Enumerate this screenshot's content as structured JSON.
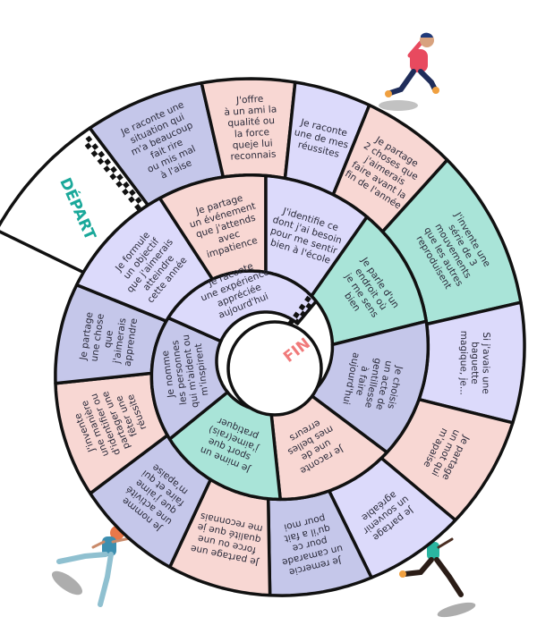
{
  "board": {
    "start_label": "DÉPART",
    "end_label": "FIN",
    "colors": {
      "start": "#1aa89a",
      "end": "#f07a7a",
      "lavender": "#dcdafb",
      "periwinkle": "#c5c7ea",
      "pink": "#f8d7d3",
      "mint": "#a9e4d8",
      "border": "#111111"
    },
    "cells": [
      {
        "lines": [
          "Je raconte une",
          "situation qui",
          "m'a beaucoup",
          "fait rire",
          "ou mis mal",
          "à l'aise"
        ],
        "color": "periwinkle"
      },
      {
        "lines": [
          "J'offre",
          "à un ami la",
          "qualité ou",
          "la force",
          "queje lui",
          "reconnais"
        ],
        "color": "pink"
      },
      {
        "lines": [
          "Je raconte",
          "une de mes",
          "réussites"
        ],
        "color": "lavender"
      },
      {
        "lines": [
          "Je partage",
          "2 choses que",
          "j'aimerais",
          "faire avant la",
          "fin de l'année"
        ],
        "color": "pink"
      },
      {
        "lines": [
          "J'invente une",
          "série de 3",
          "mouvements",
          "que les autres",
          "reproduisent"
        ],
        "color": "mint"
      },
      {
        "lines": [
          "Si j'avais une",
          "baguette",
          "magique, je..."
        ],
        "color": "lavender"
      },
      {
        "lines": [
          "Je partage",
          "un mot qui",
          "m'apaise"
        ],
        "color": "pink"
      },
      {
        "lines": [
          "Je partage",
          "un souvenir",
          "agréable"
        ],
        "color": "lavender"
      },
      {
        "lines": [
          "Je remercie",
          "un camarade",
          "pour ce",
          "qu'il a fait",
          "pour moi"
        ],
        "color": "periwinkle"
      },
      {
        "lines": [
          "Je partage une",
          "force ou une",
          "qualité que je",
          "me reconnais"
        ],
        "color": "pink"
      },
      {
        "lines": [
          "Je nomme",
          "une activité",
          "que j'aime",
          "faire et qui",
          "m'apaise"
        ],
        "color": "periwinkle"
      },
      {
        "lines": [
          "J'invente",
          "une manière",
          "d'identifier ou",
          "partager une",
          "fêter une",
          "réussite"
        ],
        "color": "pink"
      },
      {
        "lines": [
          "Je partage",
          "une chose",
          "que",
          "j'aimerais",
          "apprendre"
        ],
        "color": "periwinkle"
      },
      {
        "lines": [
          "Je formule",
          "un objectif",
          "que j'aimerais",
          "atteindre",
          "cette année"
        ],
        "color": "lavender"
      },
      {
        "lines": [
          "Je partage",
          "un événement",
          "que j'attends",
          "avec",
          "impatience"
        ],
        "color": "pink"
      },
      {
        "lines": [
          "J'identifie ce",
          "dont j'ai besoin",
          "pour me sentir",
          "bien à l'école"
        ],
        "color": "lavender"
      },
      {
        "lines": [
          "Je parle d'un",
          "endroit où",
          "je me sens",
          "bien"
        ],
        "color": "mint"
      },
      {
        "lines": [
          "Je choisis",
          "un acte de",
          "gentillesse",
          "à faire",
          "aujourd'hui"
        ],
        "color": "periwinkle"
      },
      {
        "lines": [
          "Je raconte",
          "une de",
          "mes belles",
          "erreurs"
        ],
        "color": "pink"
      },
      {
        "lines": [
          "Je mime un",
          "sport que",
          "j'aime(rais)",
          "pratiquer"
        ],
        "color": "mint"
      },
      {
        "lines": [
          "Je nomme",
          "les personnes",
          "qui m'aident ou",
          "m'inspirent"
        ],
        "color": "periwinkle"
      },
      {
        "lines": [
          "Je raconte",
          "une expérience",
          "appréciée",
          "aujourd'hui"
        ],
        "color": "lavender"
      }
    ]
  }
}
